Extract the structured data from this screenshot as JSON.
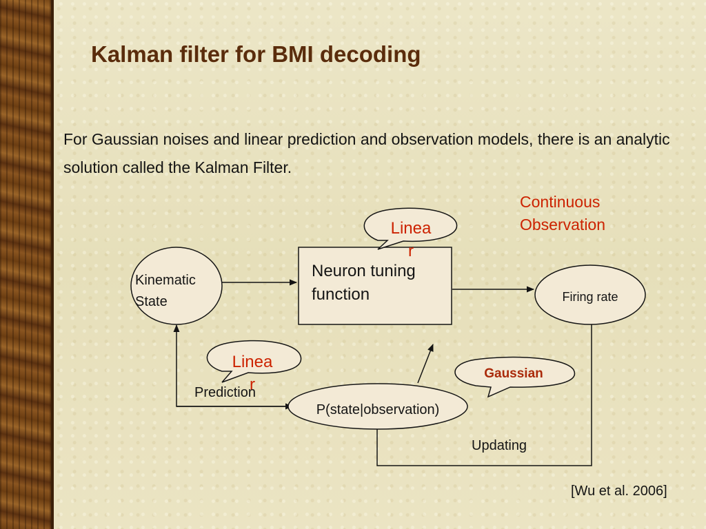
{
  "slide": {
    "title": "Kalman filter for BMI decoding",
    "intro": "For Gaussian noises and linear prediction and observation models, there is an analytic solution called the Kalman Filter.",
    "citation": "[Wu et al. 2006]"
  },
  "diagram": {
    "kinematic_state": [
      "Kinematic",
      "State"
    ],
    "tuning_function": [
      "Neuron tuning",
      "function"
    ],
    "firing_rate": "Firing rate",
    "posterior": "P(state|observation)",
    "continuous_observation": [
      "Continuous",
      "Observation"
    ],
    "callout_linear_top": [
      "Linea",
      "r"
    ],
    "callout_linear_left": [
      "Linea",
      "r"
    ],
    "callout_gaussian": "Gaussian",
    "prediction": "Prediction",
    "updating": "Updating"
  },
  "colors": {
    "title": "#5a2c0c",
    "accent_red": "#cc2200",
    "gaussian_text": "#aa2a0a",
    "node_fill": "#f3ead6",
    "line": "#141414"
  }
}
